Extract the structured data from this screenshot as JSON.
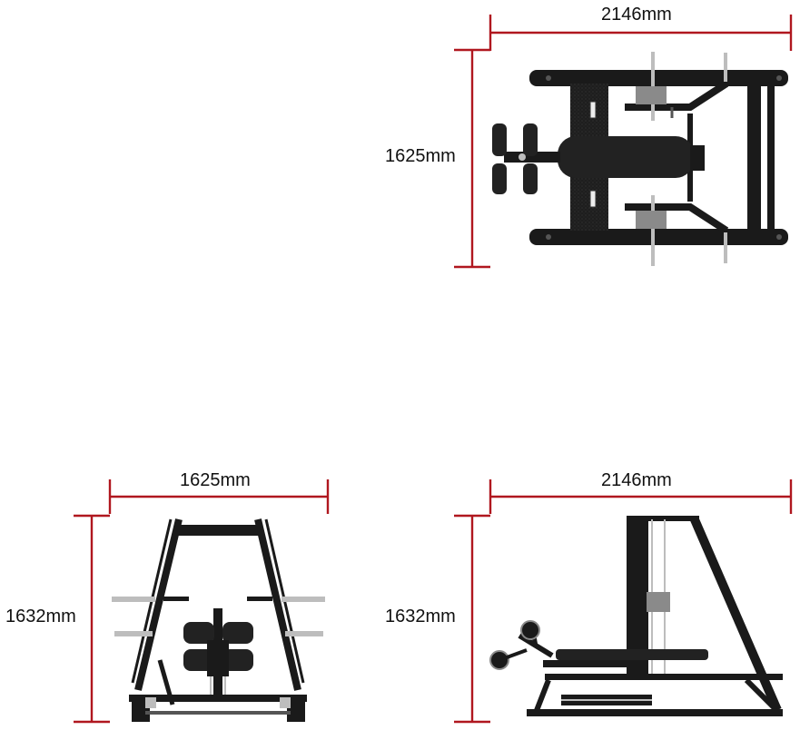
{
  "views": {
    "top": {
      "width_label": "2146mm",
      "depth_label": "1625mm"
    },
    "front": {
      "width_label": "1625mm",
      "height_label": "1632mm"
    },
    "side": {
      "width_label": "2146mm",
      "height_label": "1632mm"
    }
  },
  "colors": {
    "dimension_line": "#b0171f",
    "frame": "#1a1a1a",
    "pad": "#222222",
    "steel": "#bdbdbd",
    "upholstery_texture": "#2b2b2b"
  }
}
